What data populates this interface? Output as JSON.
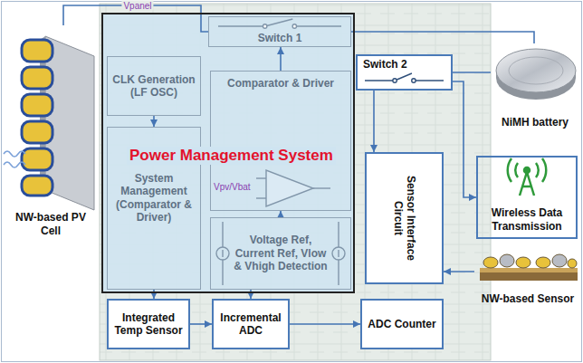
{
  "diagram": {
    "nodes": [
      {
        "text": [
          "Power Management System"
        ]
      },
      {
        "text": [
          "Switch 1"
        ],
        "in": 0
      },
      {
        "text": [
          "CLK Generation (LF OSC)"
        ],
        "in": 0
      },
      {
        "text": [
          "Comparator & Driver"
        ],
        "in": 0
      },
      {
        "text": [
          "System Management (Comparator & Driver)"
        ],
        "in": 0
      },
      {
        "text": [
          "Voltage Ref, Current Ref, Vlow & Vhigh Detection"
        ],
        "in": 0
      },
      {
        "text": [
          "Switch 2"
        ]
      },
      {
        "text": [
          "Sensor Interface Circuit"
        ]
      },
      {
        "text": [
          "Integrated Temp Sensor"
        ]
      },
      {
        "text": [
          "Incremental ADC"
        ]
      },
      {
        "text": [
          "ADC Counter"
        ]
      },
      {
        "text": [
          "NW-based PV Cell"
        ]
      },
      {
        "text": [
          "NiMH battery"
        ]
      },
      {
        "text": [
          "Wireless Data Transmission"
        ]
      },
      {
        "text": [
          "NW-based Sensor"
        ]
      }
    ],
    "edges": [
      {
        "from": 11,
        "to": 1,
        "label": "Vpanel",
        "arrow": "none"
      },
      {
        "from": 1,
        "to": 12,
        "arrow": "none"
      },
      {
        "from": 3,
        "to": 1,
        "arrow": "to"
      },
      {
        "from": 12,
        "to": 6,
        "arrow": "none"
      },
      {
        "from": 6,
        "to": 7,
        "arrow": "to"
      },
      {
        "from": 6,
        "to": 13,
        "arrow": "to"
      },
      {
        "from": 14,
        "to": 7,
        "arrow": "to"
      },
      {
        "from": 2,
        "to": 4,
        "arrow": "to"
      },
      {
        "from": 4,
        "to": 8,
        "arrow": "to"
      },
      {
        "from": 5,
        "to": 3,
        "arrow": "to"
      },
      {
        "from": 5,
        "to": 9,
        "arrow": "to"
      },
      {
        "from": 8,
        "to": 9,
        "arrow": "to"
      },
      {
        "from": 9,
        "to": 10,
        "arrow": "to"
      }
    ],
    "labels": [
      "Vpv/Vbat"
    ]
  }
}
